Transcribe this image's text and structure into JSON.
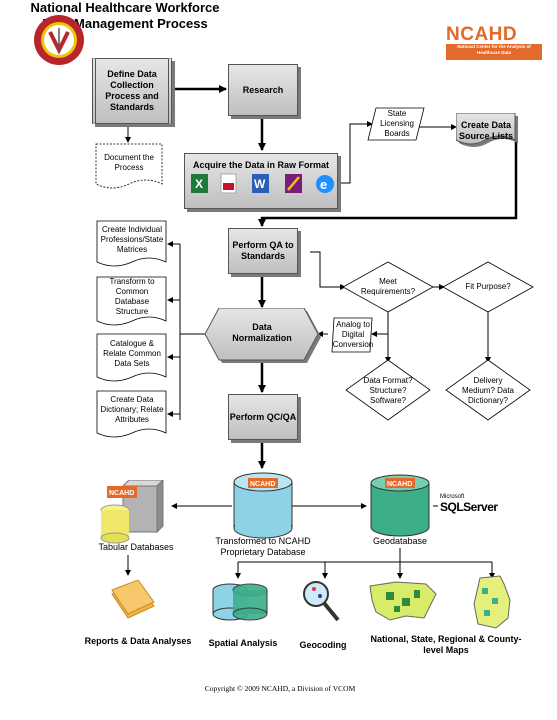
{
  "title": {
    "line1": "National Healthcare Workforce",
    "line2": "Data Management Process"
  },
  "logo": {
    "name": "NCAHD",
    "subtitle": "National Center for the Analysis of Healthcare Data"
  },
  "process": {
    "define": "Define Data Collection Process and Standards",
    "research": "Research",
    "acquire": "Acquire the Data in Raw Format",
    "create_sources": "Create Data Source Lists",
    "perform_qa": "Perform QA to Standards",
    "normalization": "Data Normalization",
    "perform_qc": "Perform QC/QA"
  },
  "documents": {
    "document_process": "Document the Process",
    "individual": "Create Individual Professions/State Matrices",
    "transform": "Transform to Common Database Structure",
    "catalogue": "Catalogue & Relate Common Data Sets",
    "dictionary": "Create Data Dictionary; Relate Attributes"
  },
  "inputs": {
    "licensing": "State Licensing Boards",
    "analog": "Analog to Digital Conversion"
  },
  "decisions": {
    "meet": "Meet Requirements?",
    "fit": "Fit Purpose?",
    "format": "Data Format? Structure? Software?",
    "delivery": "Delivery Medium? Data Dictionary?"
  },
  "databases": {
    "tabular": "Tabular Databases",
    "proprietary": "Transformed to NCAHD Proprietary Database",
    "geo": "Geodatabase",
    "sql_small": "Microsoft",
    "sql_big": "SQLServer",
    "cyl_label": "NCAHD"
  },
  "outputs": {
    "reports": "Reports & Data Analyses",
    "spatial": "Spatial Analysis",
    "geocoding": "Geocoding",
    "maps": "National, State, Regional & County-level Maps"
  },
  "footer": "Copyright © 2009 NCAHD, a Division of VCOM",
  "colors": {
    "accent": "#e36a2a",
    "geo": "#3cae8a",
    "cylinder": "#8ed2e6",
    "seal": "#b8262c",
    "seal_gold": "#f0c400"
  }
}
